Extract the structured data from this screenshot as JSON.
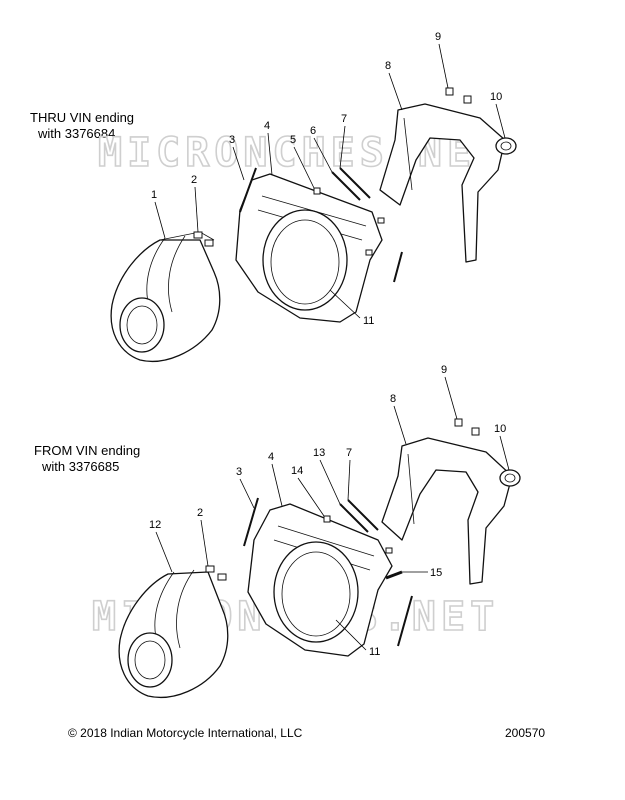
{
  "sections": [
    {
      "label_line1": "THRU VIN ending",
      "label_line2": "with 3376684"
    },
    {
      "label_line1": "FROM VIN ending",
      "label_line2": "with 3376685"
    }
  ],
  "watermark": "MICRONCHES.NET",
  "callouts_top": [
    "1",
    "2",
    "3",
    "4",
    "5",
    "6",
    "7",
    "8",
    "9",
    "10",
    "11"
  ],
  "callouts_bottom": [
    "12",
    "2",
    "3",
    "4",
    "14",
    "13",
    "7",
    "8",
    "9",
    "10",
    "15",
    "11"
  ],
  "footer": {
    "copyright": "© 2018 Indian Motorcycle International, LLC",
    "diagram_number": "200570"
  },
  "colors": {
    "line": "#111111",
    "watermark": "#cfcfcf",
    "background": "#ffffff"
  }
}
